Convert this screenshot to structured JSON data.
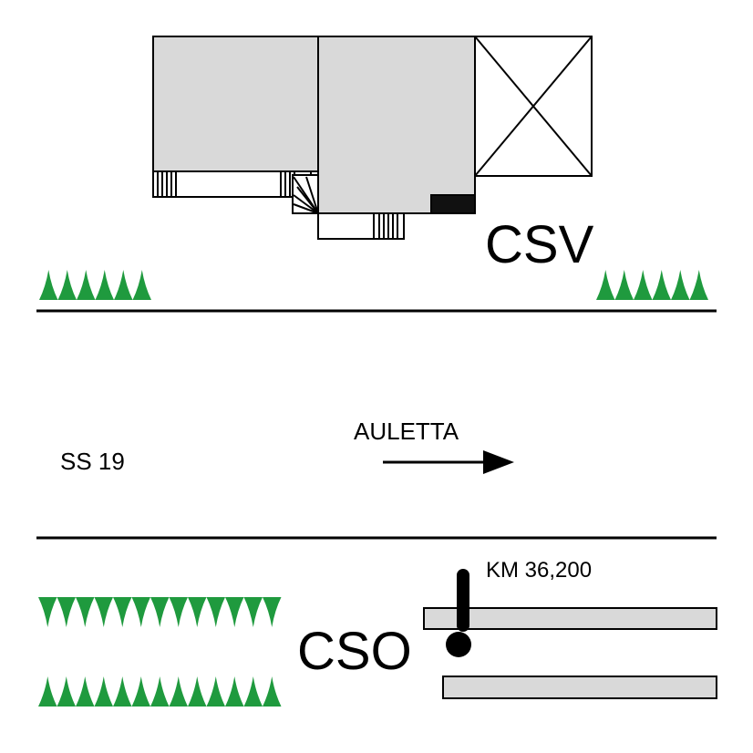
{
  "labels": {
    "csv": "CSV",
    "cso": "CSO",
    "road": "SS 19",
    "direction": "AULETTA",
    "km": "KM 36,200"
  },
  "colors": {
    "building": "#d9d9d9",
    "hedge": "#1f9a3e",
    "ink": "#000000",
    "black_block": "#111111"
  },
  "hedges": [
    {
      "id": "hedge-top-left",
      "count": 6,
      "orientation": "up"
    },
    {
      "id": "hedge-top-right",
      "count": 6,
      "orientation": "up"
    },
    {
      "id": "hedge-bottom-left-upper",
      "count": 13,
      "orientation": "down"
    },
    {
      "id": "hedge-bottom-left-lower",
      "count": 13,
      "orientation": "up"
    }
  ]
}
